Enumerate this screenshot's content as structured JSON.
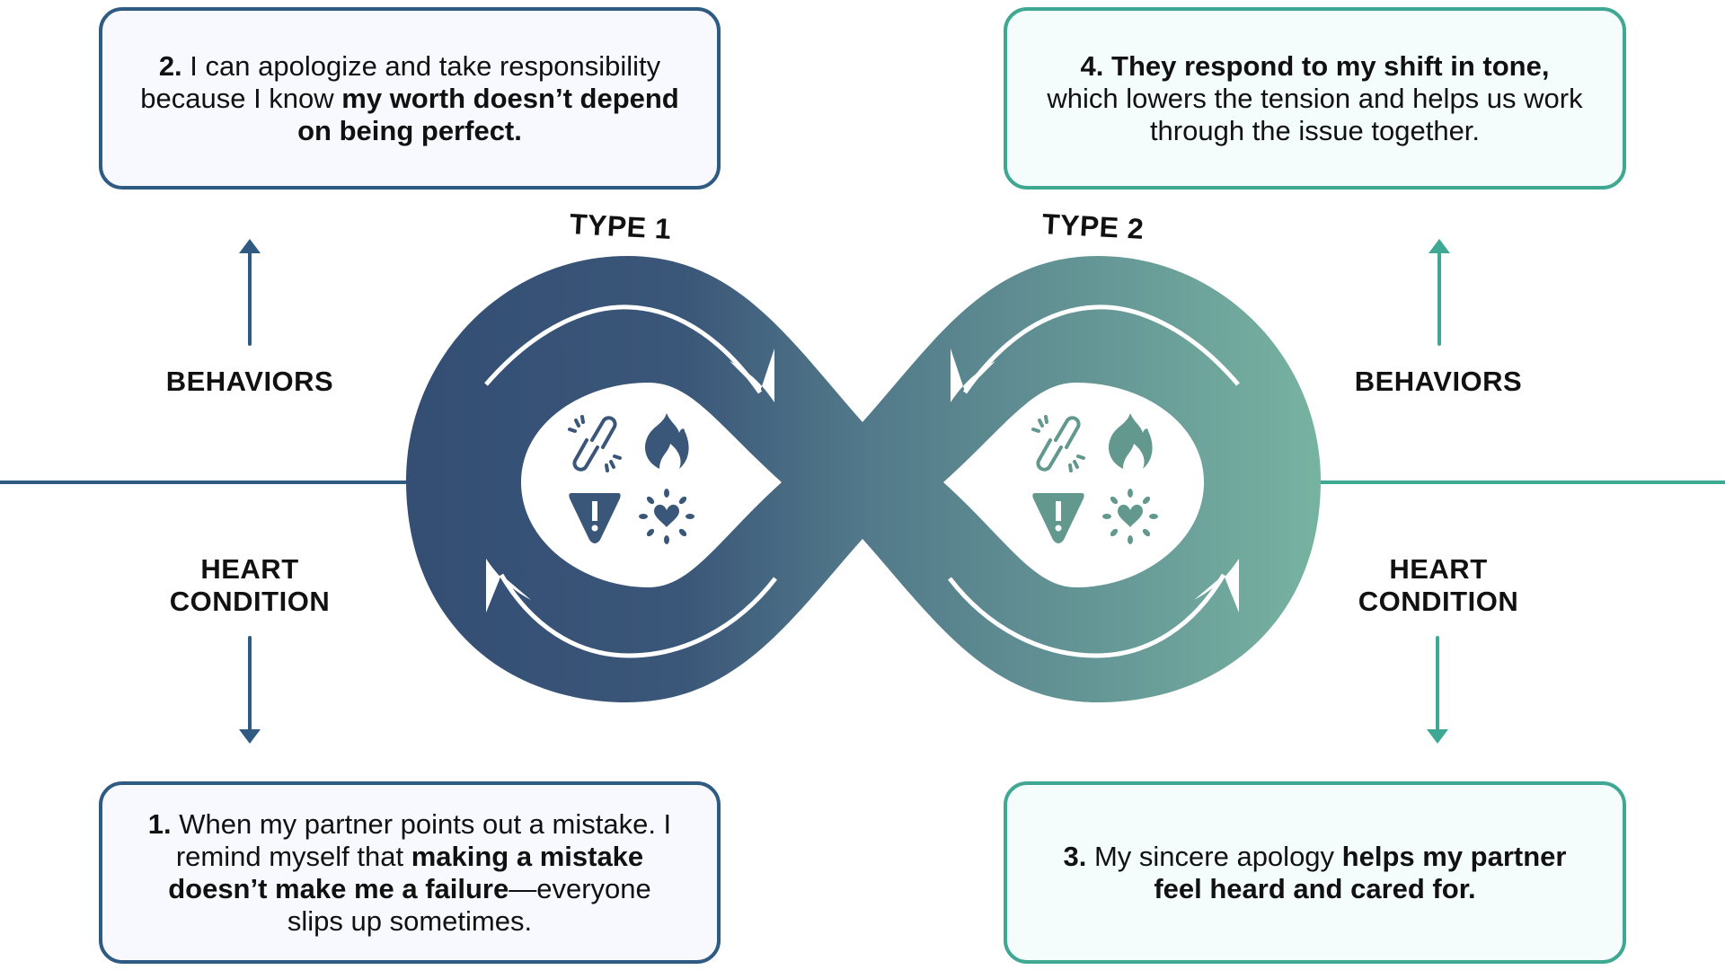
{
  "colors": {
    "type1": "#2f5a82",
    "type2": "#3fa893",
    "gradient_start": "#344e74",
    "gradient_end": "#77b3a1"
  },
  "types": {
    "type1_label": "TYPE 1",
    "type2_label": "TYPE 2"
  },
  "axis_labels": {
    "left_behaviors": "BEHAVIORS",
    "left_heart": [
      "HEART",
      "CONDITION"
    ],
    "right_behaviors": "BEHAVIORS",
    "right_heart": [
      "HEART",
      "CONDITION"
    ]
  },
  "steps": [
    {
      "number": "1.",
      "segments": [
        {
          "text": "1.",
          "bold": true
        },
        {
          "text": " When my partner points out a mistake. I remind myself that ",
          "bold": false
        },
        {
          "text": "making a mistake doesn’t make me a failure",
          "bold": true
        },
        {
          "text": "—everyone slips up sometimes.",
          "bold": false
        }
      ]
    },
    {
      "number": "2.",
      "segments": [
        {
          "text": "2.",
          "bold": true
        },
        {
          "text": " I can apologize and take responsibility because I know ",
          "bold": false
        },
        {
          "text": "my worth doesn’t depend on being perfect.",
          "bold": true
        }
      ]
    },
    {
      "number": "3.",
      "segments": [
        {
          "text": "3.",
          "bold": true
        },
        {
          "text": " My sincere apology ",
          "bold": false
        },
        {
          "text": "helps my partner feel heard and cared for.",
          "bold": true
        }
      ]
    },
    {
      "number": "4.",
      "segments": [
        {
          "text": "4. They respond to my shift in tone,",
          "bold": true
        },
        {
          "text": " which lowers the tension and helps us work through the issue together.",
          "bold": false
        }
      ]
    }
  ],
  "loop_icons": [
    "broken-link-icon",
    "flame-icon",
    "warning-icon",
    "heart-burst-icon"
  ]
}
